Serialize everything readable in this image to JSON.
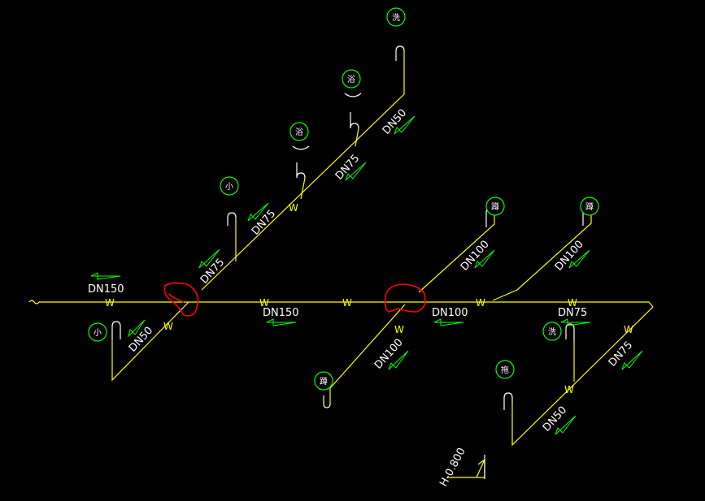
{
  "labels": {
    "dn150_left": "DN150",
    "dn50_left": "DN50",
    "dn75_a": "DN75",
    "dn75_b": "DN75",
    "dn75_c": "DN75",
    "dn50_top": "DN50",
    "dn150_mid": "DN150",
    "dn100_mid": "DN100",
    "dn100_down": "DN100",
    "dn100_up1": "DN100",
    "dn100_up2": "DN100",
    "dn75_right": "DN75",
    "dn75_right_diag": "DN75",
    "dn50_bottom": "DN50",
    "elevation": "H-0.800"
  },
  "w": "W",
  "fixtures": {
    "xiao_left": "小",
    "xiao_mid": "小",
    "yu_low": "浴",
    "yu_high": "浴",
    "xi_top": "洗",
    "dun1": "蹲",
    "dun2": "蹲",
    "dun3": "蹲",
    "xi_right": "洗",
    "tuo": "拖"
  },
  "colors": {
    "pipe": "#ffff00",
    "arrow": "#00ff00",
    "text": "#ffffff",
    "revision_mark": "#ff0000",
    "background": "#000000"
  }
}
